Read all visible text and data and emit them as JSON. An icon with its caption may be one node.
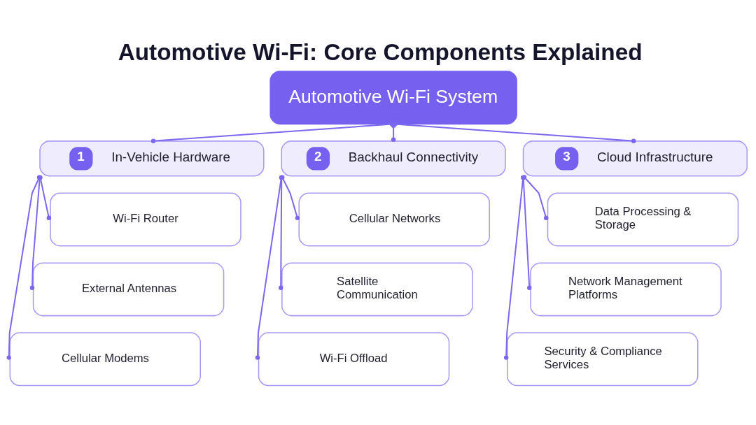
{
  "diagram": {
    "title": "Automotive Wi-Fi: Core Components Explained",
    "nodes": [
      {
        "text": [
          "Automotive Wi-Fi System"
        ]
      },
      {
        "text": [
          "1",
          "In-Vehicle Hardware"
        ]
      },
      {
        "text": [
          "Wi-Fi Router"
        ]
      },
      {
        "text": [
          "External Antennas"
        ]
      },
      {
        "text": [
          "Cellular Modems"
        ]
      },
      {
        "text": [
          "2",
          "Backhaul Connectivity"
        ]
      },
      {
        "text": [
          "Cellular Networks"
        ]
      },
      {
        "text": [
          "Satellite Communication"
        ]
      },
      {
        "text": [
          "Wi-Fi Offload"
        ]
      },
      {
        "text": [
          "3",
          "Cloud Infrastructure"
        ]
      },
      {
        "text": [
          "Data Processing & Storage"
        ]
      },
      {
        "text": [
          "Network Management Platforms"
        ]
      },
      {
        "text": [
          "Security & Compliance Services"
        ]
      }
    ],
    "edges": [
      {
        "from": 0,
        "to": 1,
        "arrow": "other"
      },
      {
        "from": 0,
        "to": 5,
        "arrow": "other"
      },
      {
        "from": 0,
        "to": 9,
        "arrow": "other"
      },
      {
        "from": 1,
        "to": 4,
        "arrow": "other"
      },
      {
        "from": 1,
        "to": 3,
        "arrow": "other"
      },
      {
        "from": 1,
        "to": 2,
        "arrow": "other"
      },
      {
        "from": 5,
        "to": 8,
        "arrow": "other"
      },
      {
        "from": 5,
        "to": 7,
        "arrow": "other"
      },
      {
        "from": 5,
        "to": 6,
        "arrow": "other"
      },
      {
        "from": 9,
        "to": 12,
        "arrow": "other"
      },
      {
        "from": 9,
        "to": 11,
        "arrow": "other"
      },
      {
        "from": 9,
        "to": 10,
        "arrow": "other"
      }
    ]
  }
}
